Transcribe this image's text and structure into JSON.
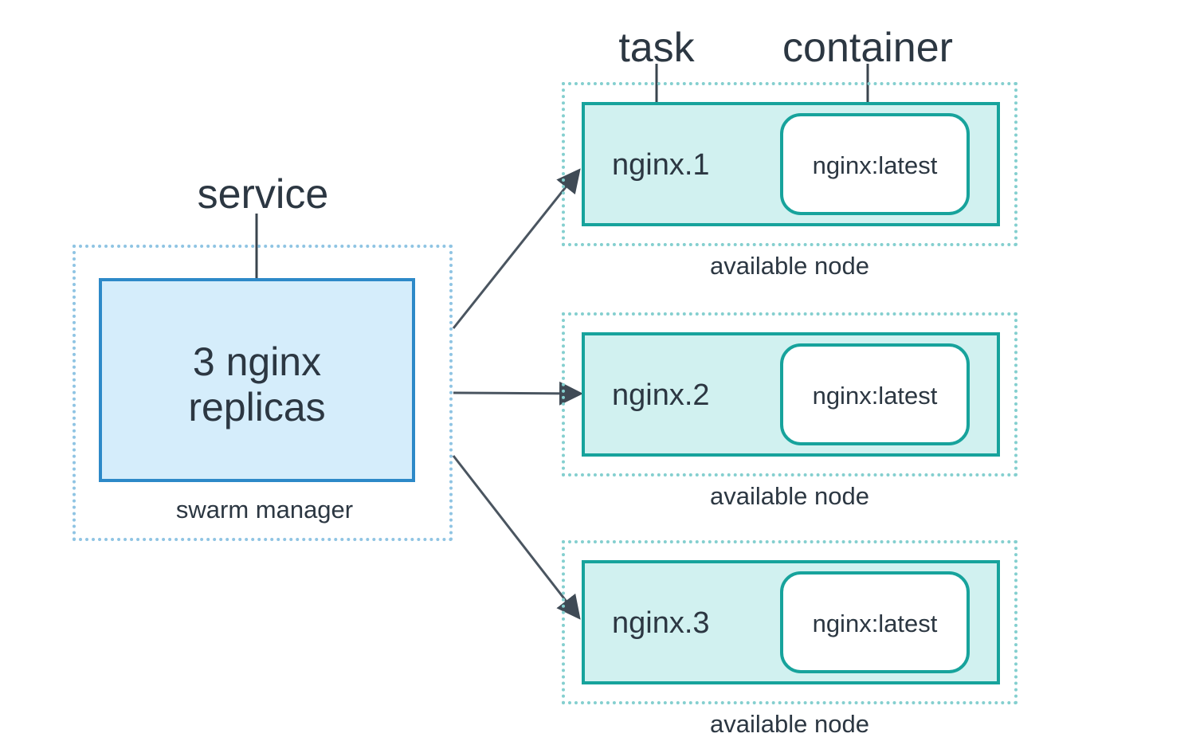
{
  "labels": {
    "service": "service",
    "task": "task",
    "container": "container"
  },
  "manager": {
    "service_line1": "3 nginx",
    "service_line2": "replicas",
    "caption": "swarm manager"
  },
  "nodes": [
    {
      "task": "nginx.1",
      "container": "nginx:latest",
      "caption": "available node"
    },
    {
      "task": "nginx.2",
      "container": "nginx:latest",
      "caption": "available node"
    },
    {
      "task": "nginx.3",
      "container": "nginx:latest",
      "caption": "available node"
    }
  ],
  "colors": {
    "service_fill": "#d5edfb",
    "service_border": "#2d89c8",
    "manager_dots": "#8fc4e3",
    "task_fill": "#d1f1f0",
    "task_border": "#17a39c",
    "node_dots": "#84cfcf",
    "arrow": "#4a5560",
    "text": "#2c3742"
  }
}
